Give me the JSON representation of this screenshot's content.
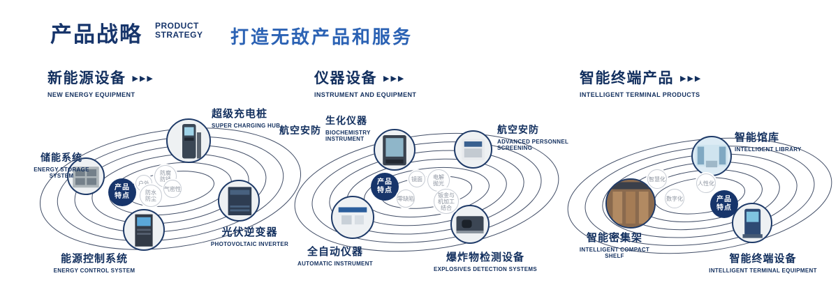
{
  "header": {
    "title": "产品战略",
    "subtitle_line1": "PRODUCT",
    "subtitle_line2": "STRATEGY",
    "tagline": "打造无敌产品和服务"
  },
  "icons": {
    "triple_arrow": "▶▶▶"
  },
  "badge_label": "产品特点",
  "sections": [
    {
      "title": "新能源设备",
      "subtitle": "NEW ENERGY EQUIPMENT",
      "products": [
        {
          "name": "储能系统",
          "en": "ENERGY STORAGE SYSTEM"
        },
        {
          "name": "超级充电桩",
          "en": "SUPER CHARGING HUB"
        },
        {
          "name": "光伏逆变器",
          "en": "PHOTOVOLTAIC INVERTER"
        },
        {
          "name": "能源控制系统",
          "en": "ENERGY CONTROL SYSTEM"
        }
      ],
      "features": [
        "户外",
        "防腐防锈",
        "气密性",
        "防水防尘"
      ]
    },
    {
      "title": "仪器设备",
      "subtitle": "INSTRUMENT AND EQUIPMENT",
      "products": [
        {
          "name": "航空安防",
          "en": ""
        },
        {
          "name": "生化仪器",
          "en": "BIOCHEMISTRY INSTRUMENT"
        },
        {
          "name": "航空安防",
          "en": "ADVANCED PERSONNEL SCREENING"
        },
        {
          "name": "全自动仪器",
          "en": "AUTOMATIC INSTRUMENT"
        },
        {
          "name": "爆炸物检测设备",
          "en": "EXPLOSIVES DETECTION SYSTEMS"
        }
      ],
      "features": [
        "镜面",
        "电解抛光",
        "零缺陷",
        "钣金与机加工结合"
      ]
    },
    {
      "title": "智能终端产品",
      "subtitle": "INTELLIGENT TERMINAL PRODUCTS",
      "products": [
        {
          "name": "智能馆库",
          "en": "INTELLIGENT LIBRARY"
        },
        {
          "name": "智能密集架",
          "en": "INTELLIGENT COMPACT SHELF"
        },
        {
          "name": "智能终端设备",
          "en": "INTELLIGENT TERMINAL EQUIPMENT"
        }
      ],
      "features": [
        "智慧化",
        "人性化",
        "数字化"
      ]
    }
  ]
}
